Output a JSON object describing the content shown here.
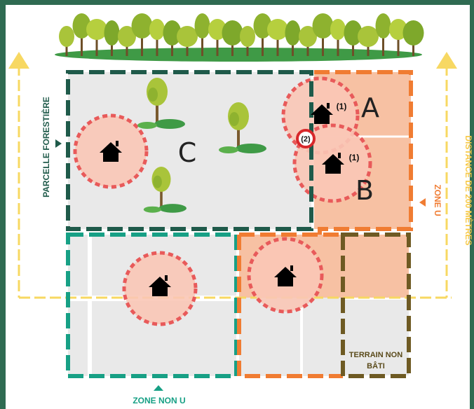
{
  "labels": {
    "parcelle": "PARCELLE FORESTIÈRE",
    "distance": "DISTANCE DE 200 MÈTRES",
    "zone_u": "ZONE U",
    "zone_non_u": "ZONE NON U",
    "terrain_1": "TERRAIN NON",
    "terrain_2": "BÂTI",
    "letter_a": "A",
    "letter_b": "B",
    "letter_c": "C",
    "note_1a": "(1)",
    "note_1b": "(1)",
    "note_2": "(2)"
  },
  "colors": {
    "frame": "#2f6b52",
    "dark_green": "#1f5a4a",
    "teal": "#17a085",
    "orange": "#f07c32",
    "brown": "#6e5a23",
    "yellow": "#f7d862",
    "circle_dash": "#e85a5a",
    "circle_fill": "#f9c7b6",
    "lot_fill": "#f7c1a3",
    "grey_fill": "#e9e9e9",
    "accent_text": "#f07c32",
    "yellow_text": "#f7c948",
    "red": "#d8282b"
  },
  "icons": [
    "house-icon",
    "tree-icon",
    "forest-icon",
    "arrow-up-icon",
    "triangle-marker-icon"
  ]
}
